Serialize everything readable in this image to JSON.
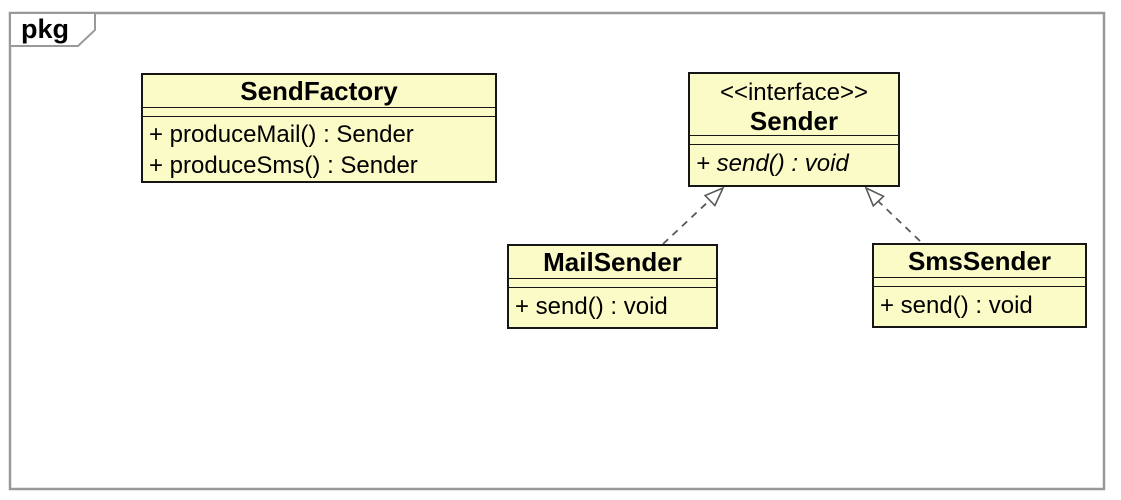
{
  "frame": {
    "label": "pkg",
    "kind": "uml-package-frame"
  },
  "classes": [
    {
      "id": "send-factory",
      "name": "SendFactory",
      "stereotype": "",
      "attributes": [],
      "methods": [
        "+ produceMail() : Sender",
        "+ produceSms() : Sender"
      ]
    },
    {
      "id": "sender",
      "name": "Sender",
      "stereotype": "<<interface>>",
      "attributes": [],
      "methods": [
        "+ send() : void"
      ],
      "methods_style": "italic"
    },
    {
      "id": "mail-sender",
      "name": "MailSender",
      "stereotype": "",
      "attributes": [],
      "methods": [
        "+ send() : void"
      ]
    },
    {
      "id": "sms-sender",
      "name": "SmsSender",
      "stereotype": "",
      "attributes": [],
      "methods": [
        "+ send() : void"
      ]
    }
  ],
  "relationships": [
    {
      "type": "realization",
      "from": "MailSender",
      "to": "Sender",
      "line": "dashed",
      "arrowhead": "hollow-triangle"
    },
    {
      "type": "realization",
      "from": "SmsSender",
      "to": "Sender",
      "line": "dashed",
      "arrowhead": "hollow-triangle"
    }
  ],
  "colors": {
    "class_fill": "#fbfbc8",
    "class_border": "#161616",
    "frame_border": "#999999",
    "arrow_line": "#595959",
    "text": "#000000",
    "background": "#ffffff"
  }
}
